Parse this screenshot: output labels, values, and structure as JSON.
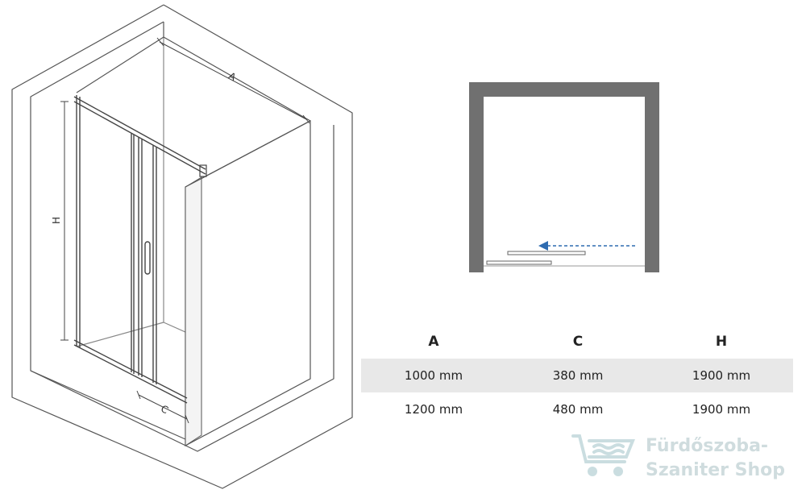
{
  "diagram": {
    "labels": {
      "a": "A",
      "c": "C",
      "h": "H"
    }
  },
  "table": {
    "headers": [
      "A",
      "C",
      "H"
    ],
    "rows": [
      [
        "1000 mm",
        "380 mm",
        "1900 mm"
      ],
      [
        "1200 mm",
        "480 mm",
        "1900 mm"
      ]
    ]
  },
  "watermark": {
    "line1": "Fürdőszoba-",
    "line2": "Szaniter Shop",
    "color": "#a9c0c4"
  },
  "colors": {
    "wall_outline": "#555555",
    "plan_wall": "#707070",
    "arrow": "#2e6bb0",
    "table_shade": "#e8e8e8"
  }
}
